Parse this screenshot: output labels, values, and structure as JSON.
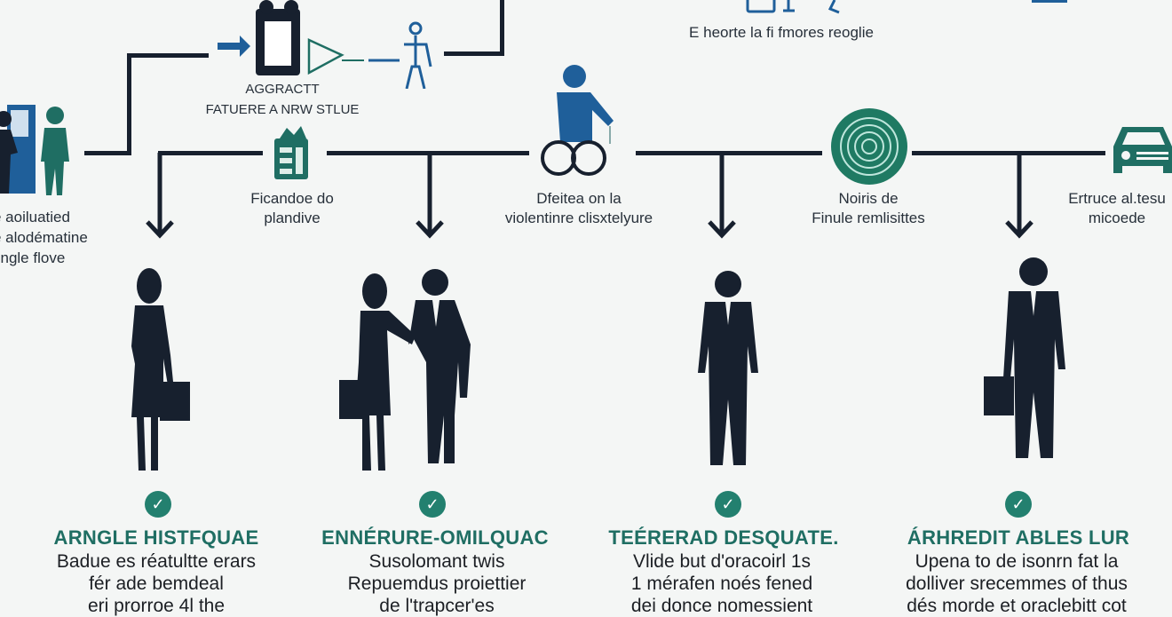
{
  "top": {
    "abstract_title": "AGGRACTT",
    "abstract_subtitle": "FATUERE A NRW STLUE",
    "top_right_label": "E heorte la fi fmores reoglie"
  },
  "left_label": [
    "e aoiluatied",
    "e alodématine",
    "tingle flove"
  ],
  "nodes": [
    {
      "icon": "ticket-icon",
      "label": [
        "Ficandoe do",
        "plandive"
      ]
    },
    {
      "icon": "wheelchair-person-icon",
      "label": [
        "Dfeitea on la",
        "violentinre clisxtelyure"
      ]
    },
    {
      "icon": "fingerprint-icon",
      "label": [
        "Noiris de",
        "Finule remlisittes"
      ]
    },
    {
      "icon": "car-icon",
      "label": [
        "Ertruce al.tesu",
        "micoede"
      ]
    }
  ],
  "columns": [
    {
      "title": "ARNGLE HISTFQUAE",
      "body": [
        "Badue es réatultte erars",
        "fér ade bemdeal",
        "eri prorroe 4l the"
      ]
    },
    {
      "title": "ENNÉRURE-OMILQUAC",
      "body": [
        "Susolomant twis",
        "Repuemdus proiettier",
        "de l'trapcer'es"
      ]
    },
    {
      "title": "TEÉRERAD DESQUATE.",
      "body": [
        "Vlide but d'oracoirl 1s",
        "1 mérafen noés fened",
        "dei donce nomessient"
      ]
    },
    {
      "title": "ÁRHREDIT ABLES LUR",
      "body": [
        "Upena to de isonrn fat la",
        "dolliver srecemmes of thus",
        "dés morde et oraclebitt cot"
      ]
    }
  ],
  "colors": {
    "navy": "#17202e",
    "teal": "#1f6e63",
    "blue": "#1f5f9a",
    "background": "#f4f6f5"
  }
}
